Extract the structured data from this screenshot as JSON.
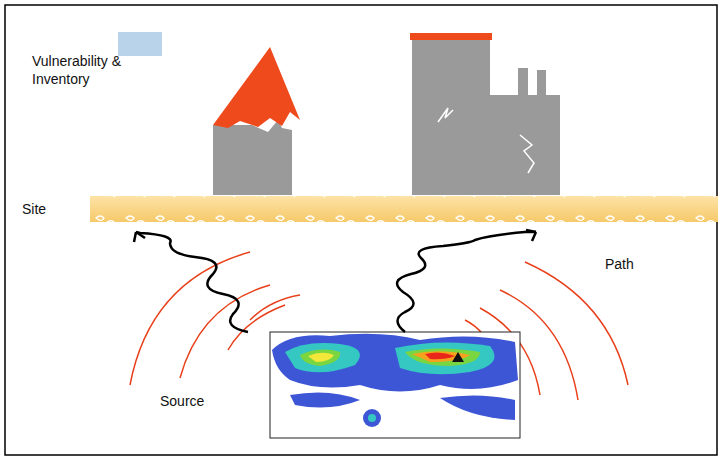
{
  "diagram": {
    "labels": [
      "Vulnerability & Inventory",
      "Site",
      "Path",
      "Source"
    ]
  }
}
